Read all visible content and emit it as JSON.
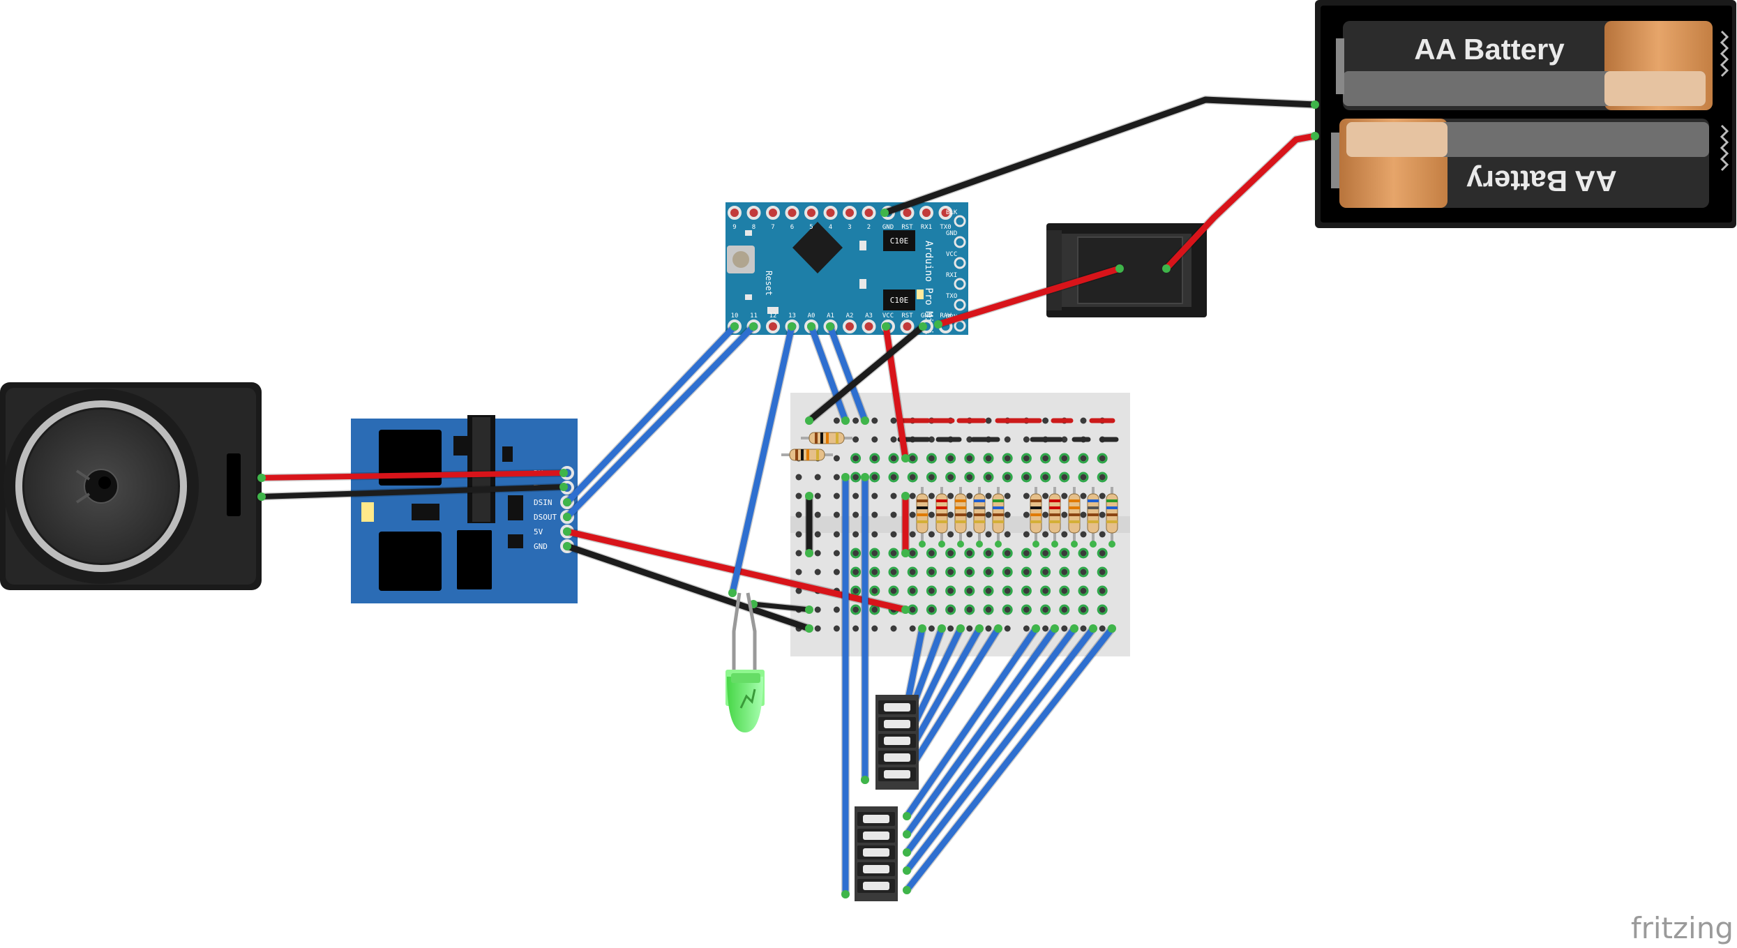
{
  "battery": {
    "top_label": "AA Battery",
    "bottom_label": "AA Battery"
  },
  "arduino": {
    "board_name": "Arduino Pro Mini",
    "reset_label": "Reset",
    "cap_label": "C10E",
    "top_pins": [
      "9",
      "8",
      "7",
      "6",
      "5",
      "4",
      "3",
      "2",
      "GND",
      "RST",
      "RX1",
      "TX0"
    ],
    "bottom_pins": [
      "10",
      "11",
      "12",
      "13",
      "A0",
      "A1",
      "A2",
      "A3",
      "VCC",
      "RST",
      "GND",
      "RAW"
    ],
    "side_pins": [
      "BLK",
      "GND",
      "VCC",
      "RXI",
      "TXO",
      "GRN"
    ]
  },
  "mp3_module": {
    "pins": [
      "RX",
      "TX",
      "DSIN",
      "DSOUT",
      "5V",
      "GND"
    ]
  },
  "watermark": "fritzing",
  "colors": {
    "wire_blue": "#2e6fd0",
    "wire_red": "#d8141a",
    "wire_black": "#1c1c1c",
    "pcb_blue": "#1e7fa8",
    "mp3_blue": "#2b6cb5",
    "led_green": "#6fef6f"
  }
}
